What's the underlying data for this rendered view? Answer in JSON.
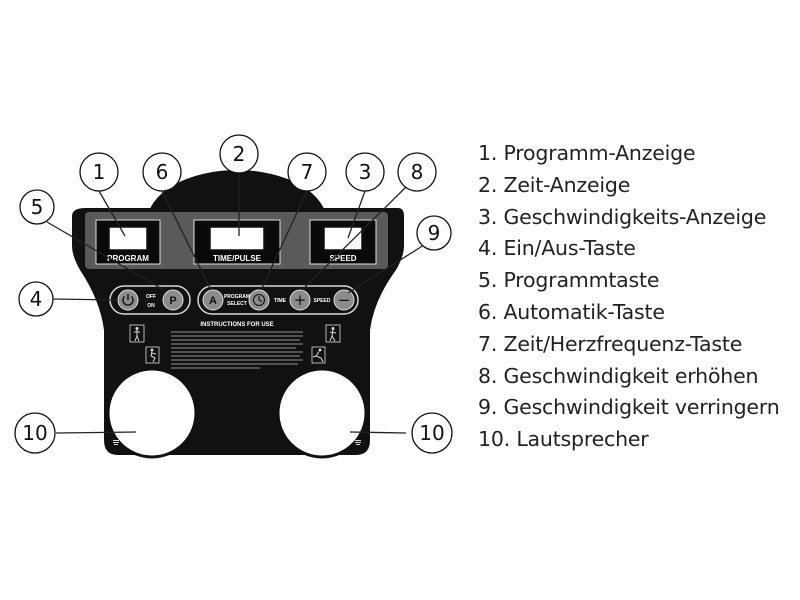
{
  "panel": {
    "display_labels": {
      "program": "PROGRAM",
      "time_pulse": "TIME/PULSE",
      "speed": "SPEED"
    },
    "button_text": {
      "off": "OFF",
      "on": "ON",
      "program_key": "P",
      "auto_key": "A",
      "program_select_1": "PROGRAM",
      "program_select_2": "SELECT",
      "time": "TIME",
      "speed": "SPEED",
      "plus": "+",
      "minus": "−"
    },
    "instructions_title": "INSTRUCTIONS FOR USE"
  },
  "callouts": [
    "1",
    "2",
    "3",
    "4",
    "5",
    "6",
    "7",
    "8",
    "9",
    "10",
    "10"
  ],
  "legend": [
    "1. Programm-Anzeige",
    "2. Zeit-Anzeige",
    "3. Geschwindigkeits-Anzeige",
    "4. Ein/Aus-Taste",
    "5. Programmtaste",
    "6. Automatik-Taste",
    "7. Zeit/Herzfrequenz-Taste",
    "8. Geschwindigkeit erhöhen",
    "9. Geschwindigkeit verringern",
    "10. Lautsprecher"
  ],
  "colors": {
    "panel": "#111111",
    "display_strip": "#5a5a5a",
    "button": "#8c8c8c",
    "speaker": "#ffffff"
  },
  "icons": [
    "power-icon",
    "clock-icon",
    "standing-person-icon",
    "squatting-person-icon",
    "speaker-grill-icon"
  ]
}
